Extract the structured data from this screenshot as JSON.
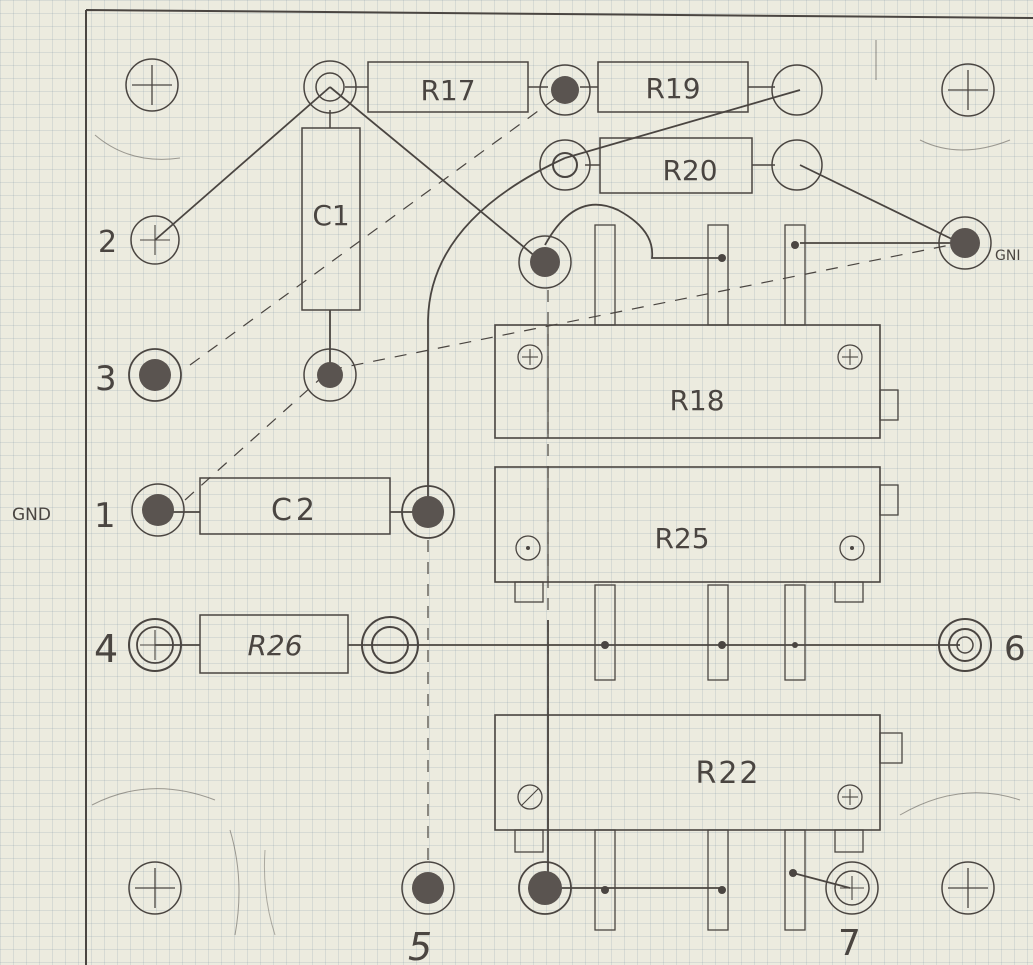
{
  "components": {
    "r17": "R17",
    "r19": "R19",
    "r20": "R20",
    "c1": "C1",
    "c2": "C2",
    "r18": "R18",
    "r25": "R25",
    "r26": "R26",
    "r22": "R22"
  },
  "terminals": {
    "t1": "1",
    "t2": "2",
    "t3": "3",
    "t4": "4",
    "t5": "5",
    "t6": "6",
    "t7": "7"
  },
  "gnd_labels": {
    "left": "GND",
    "right": "GNI"
  },
  "colors": {
    "paper": "#ecebdf",
    "grid": "#b3bcc6",
    "pencil": "#4a4541",
    "pad_fill": "#5a5450"
  }
}
